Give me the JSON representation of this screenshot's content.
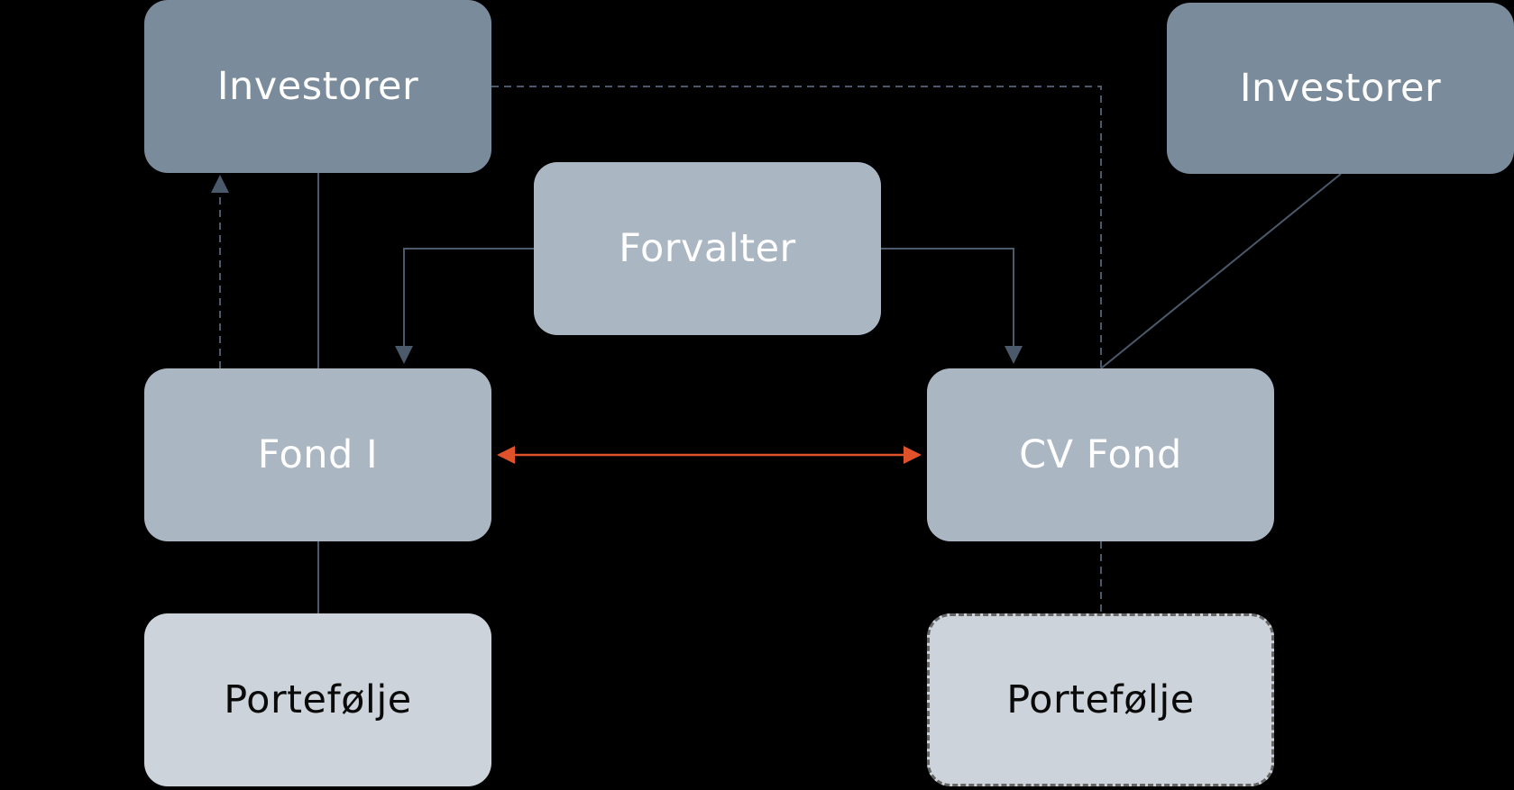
{
  "nodes": {
    "investorer_left": "Investorer",
    "investorer_right": "Investorer",
    "forvalter": "Forvalter",
    "fond_i": "Fond I",
    "cv_fond": "CV Fond",
    "portefolje_left": "Portefølje",
    "portefolje_right": "Portefølje"
  },
  "colors": {
    "background": "#000000",
    "node_dark": "#7a8b9c",
    "node_mid": "#aab6c2",
    "node_light": "#cdd3da",
    "connector": "#4a5a6b",
    "accent_arrow": "#e0532a"
  }
}
